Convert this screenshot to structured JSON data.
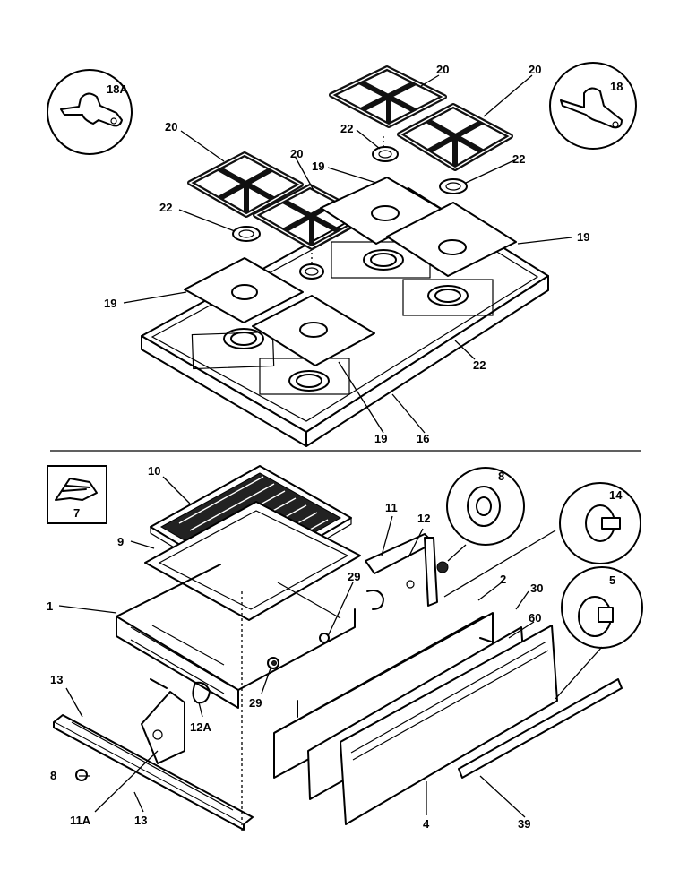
{
  "diagram": {
    "labels": {
      "l18A": "18A",
      "l18": "18",
      "l20a": "20",
      "l20b": "20",
      "l20c": "20",
      "l20d": "20",
      "l22a": "22",
      "l22b": "22",
      "l22c": "22",
      "l22d": "22",
      "l19a": "19",
      "l19b": "19",
      "l19c": "19",
      "l19d": "19",
      "l16": "16",
      "l7": "7",
      "l10": "10",
      "l9": "9",
      "l1": "1",
      "l11": "11",
      "l12": "12",
      "l8a": "8",
      "l14": "14",
      "l2": "2",
      "l30": "30",
      "l60": "60",
      "l5": "5",
      "l29a": "29",
      "l29b": "29",
      "l13a": "13",
      "l13b": "13",
      "l12A": "12A",
      "l8b": "8",
      "l11A": "11A",
      "l4": "4",
      "l39": "39"
    }
  }
}
